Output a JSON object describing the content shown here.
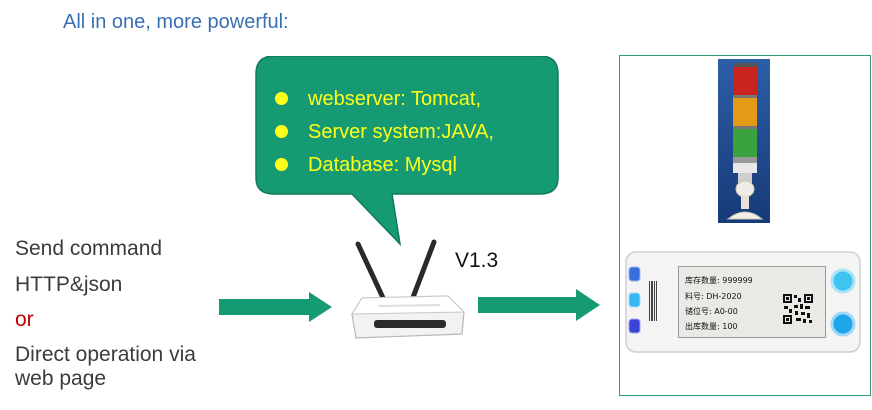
{
  "heading": "All in one, more powerful:",
  "bubble": {
    "items": [
      "webserver: Tomcat,",
      "Server system:JAVA,",
      "Database: Mysql"
    ]
  },
  "left": {
    "line1": "Send command",
    "line2": "HTTP&json",
    "or": "or",
    "line3": "Direct operation via",
    "line4": "web page"
  },
  "router": {
    "version": "V1.3"
  },
  "label_screen": {
    "line1": "库存数量: 999999",
    "line2": "料号: DH-2020",
    "line3": "储位号: A0-00",
    "line4": "出库数量: 100"
  },
  "colors": {
    "bubble_fill": "#169a73",
    "bubble_text": "#ffff1a",
    "arrow": "#169a73",
    "heading": "#3a6fb3",
    "or": "#c00000"
  }
}
